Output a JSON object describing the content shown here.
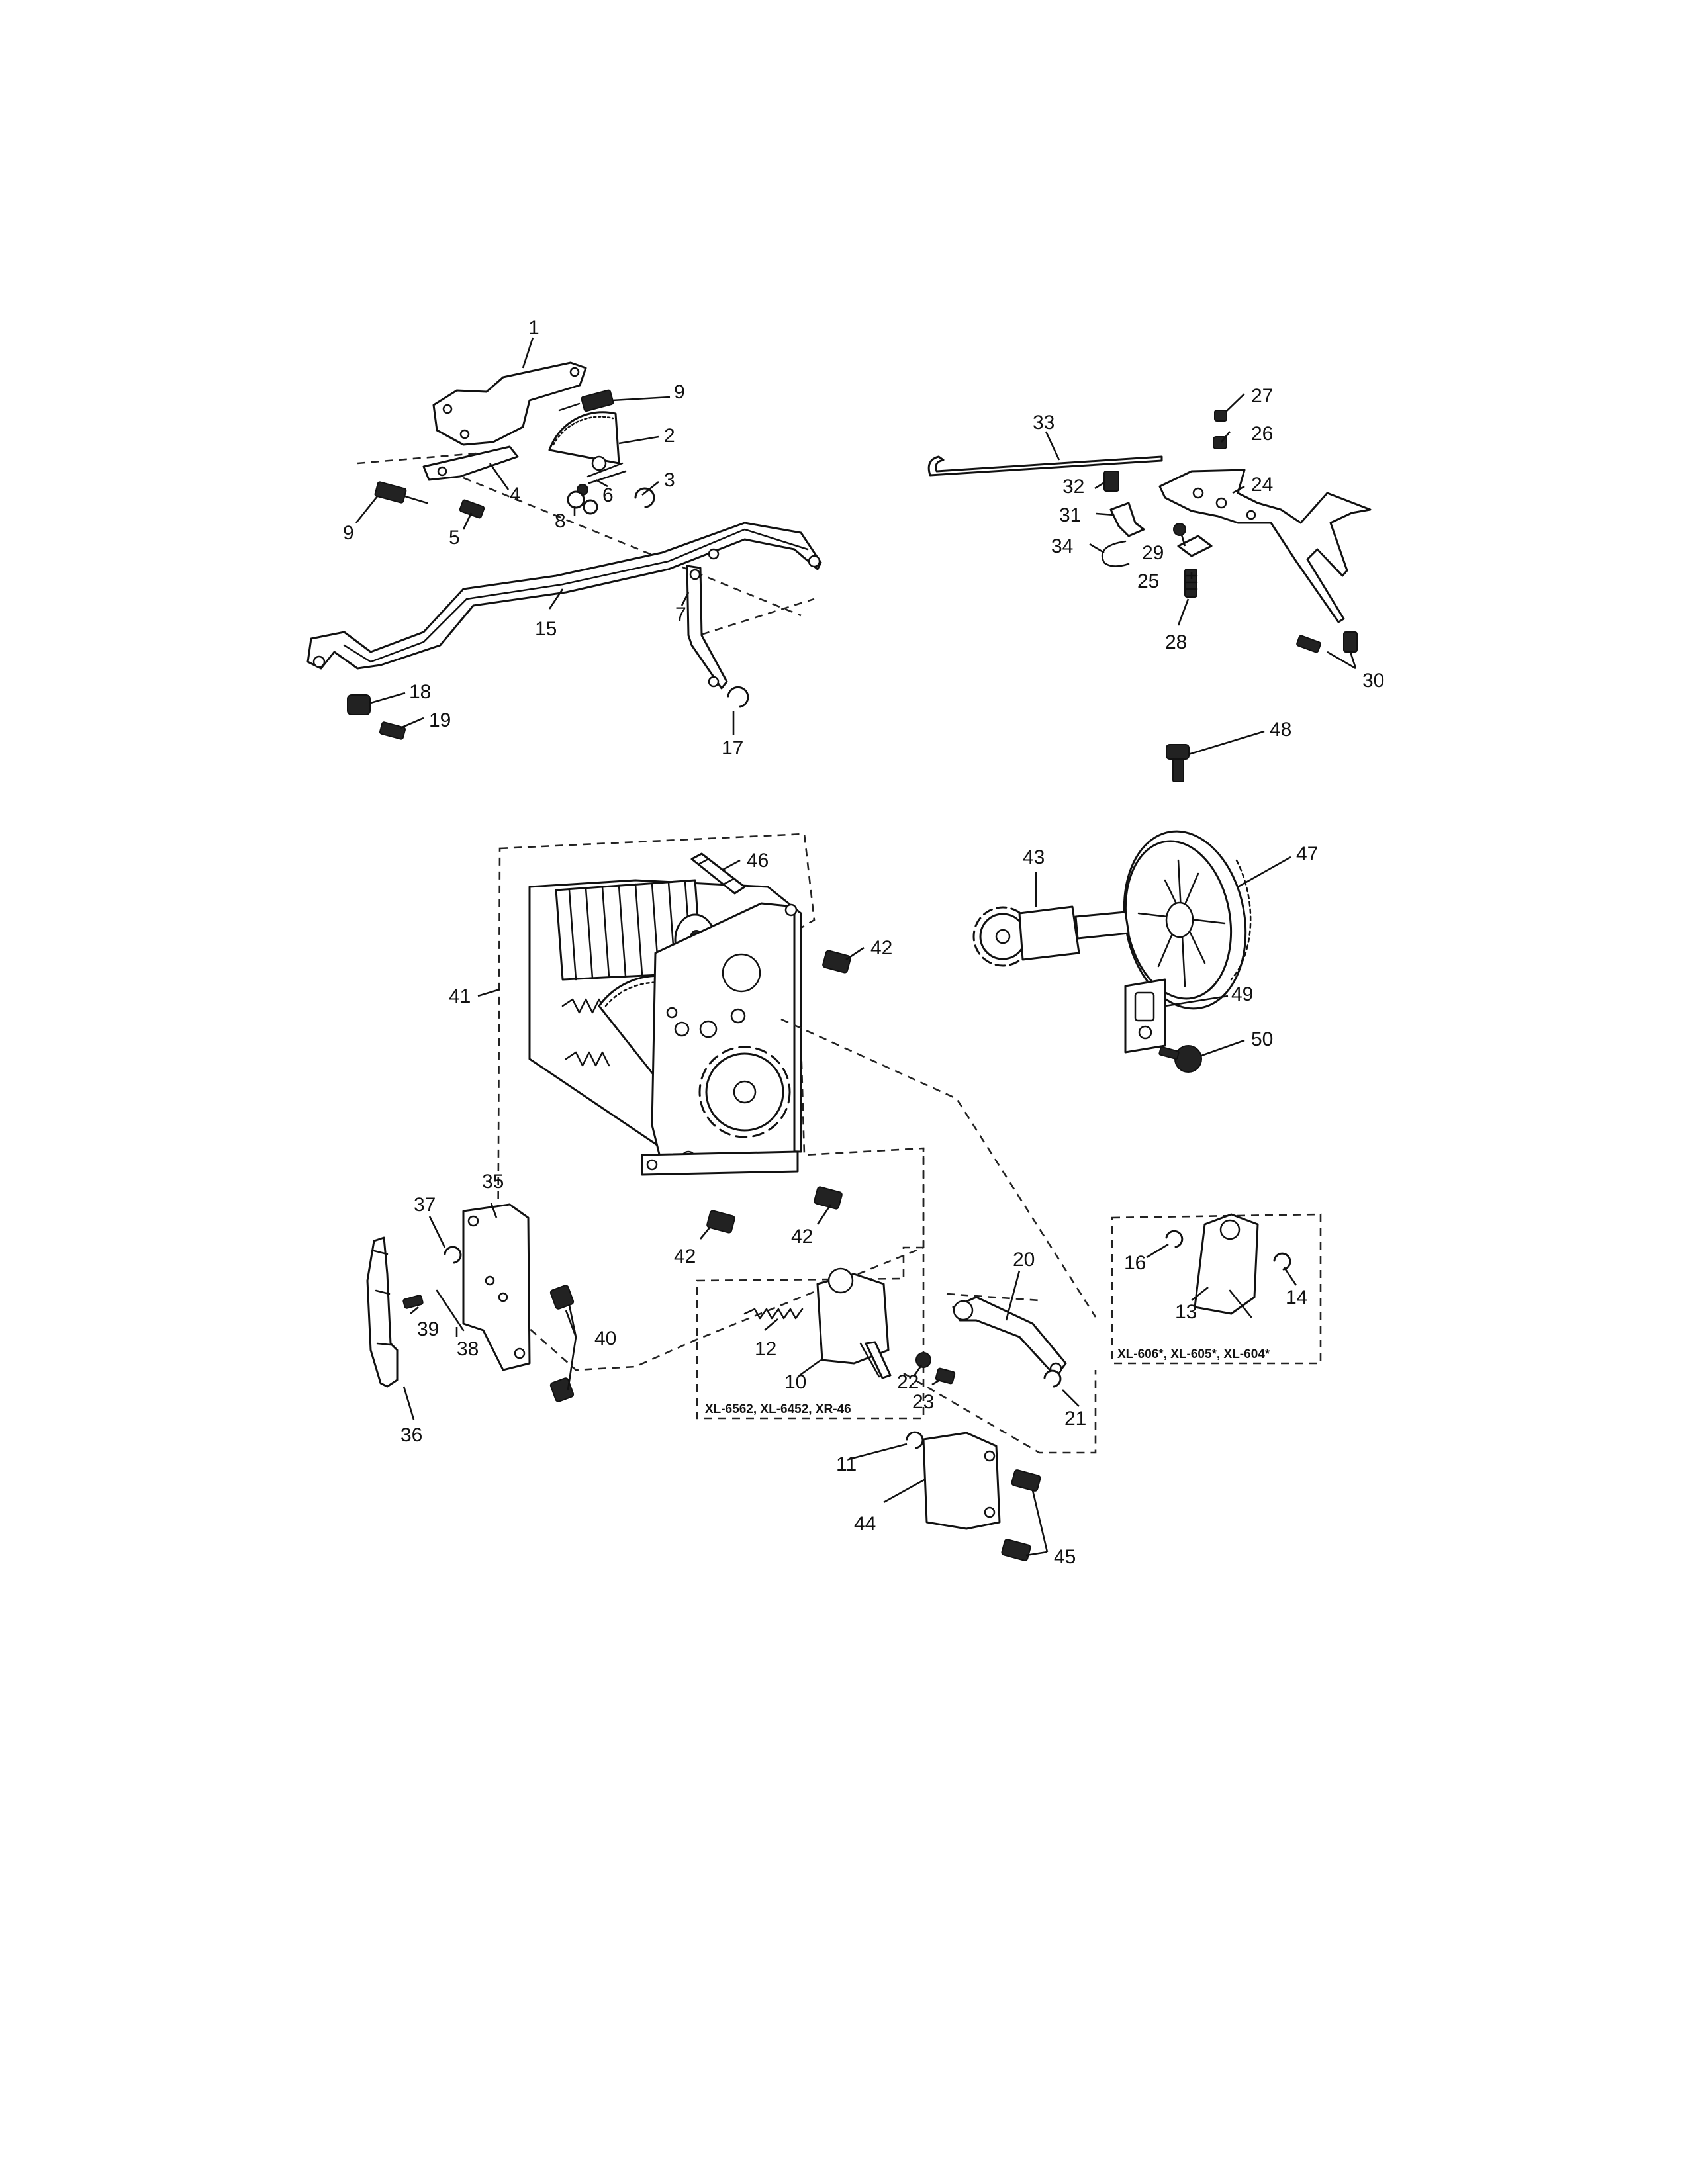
{
  "callouts": {
    "c1": "1",
    "c2": "2",
    "c3": "3",
    "c4": "4",
    "c5": "5",
    "c6": "6",
    "c7": "7",
    "c8": "8",
    "c9a": "9",
    "c9b": "9",
    "c10": "10",
    "c11": "11",
    "c12": "12",
    "c13": "13",
    "c14": "14",
    "c15": "15",
    "c16": "16",
    "c17": "17",
    "c18": "18",
    "c19": "19",
    "c20": "20",
    "c21": "21",
    "c22": "22",
    "c23": "23",
    "c24": "24",
    "c25": "25",
    "c26": "26",
    "c27": "27",
    "c28": "28",
    "c29": "29",
    "c30": "30",
    "c31": "31",
    "c32": "32",
    "c33": "33",
    "c34": "34",
    "c35": "35",
    "c36": "36",
    "c37": "37",
    "c38": "38",
    "c39": "39",
    "c40": "40",
    "c41": "41",
    "c42a": "42",
    "c42b": "42",
    "c42c": "42",
    "c43": "43",
    "c44": "44",
    "c45": "45",
    "c46": "46",
    "c47": "47",
    "c48": "48",
    "c49": "49",
    "c50": "50"
  },
  "group_notes": {
    "lower_kit": "XL-6562, XL-6452, XR-46",
    "right_kit": "XL-606*, XL-605*, XL-604*"
  }
}
